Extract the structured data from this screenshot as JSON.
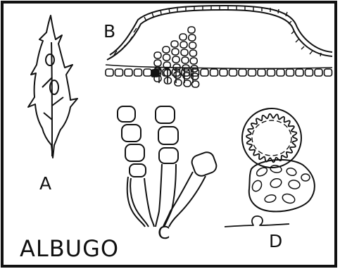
{
  "title": "ALBUGO",
  "panels": {
    "a": {
      "label": "A"
    },
    "b": {
      "label": "B"
    },
    "c": {
      "label": "C"
    },
    "d": {
      "label": "D"
    }
  },
  "colors": {
    "ink": "#111111",
    "paper": "#ffffff"
  }
}
